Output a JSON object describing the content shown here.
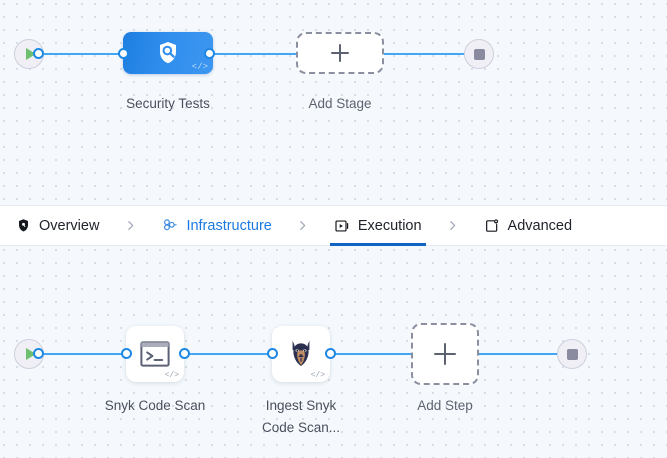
{
  "colors": {
    "wire": "#42a5f5",
    "port_stroke": "#1e88e5",
    "stage_node_blue": "#2f8ded",
    "tab_active_blue": "#1b7ae0",
    "tab_underline": "#1064c4",
    "play_green": "#6ec06e",
    "stop_gray": "#8a8aa0",
    "canvas_bg": "#f5f9fd",
    "dot_grid": "#d6dde6"
  },
  "stage_canvas": {
    "name": "pipeline-stages-canvas",
    "start_node": {
      "icon": "play-icon",
      "label": ""
    },
    "nodes": [
      {
        "id": "security-tests",
        "label": "Security Tests",
        "icon": "shield-search-icon",
        "badge": "</>",
        "type": "stage"
      },
      {
        "id": "add-stage",
        "label": "Add Stage",
        "icon": "plus-icon",
        "type": "add"
      }
    ],
    "end_node": {
      "icon": "stop-icon",
      "label": ""
    }
  },
  "tabbar": {
    "name": "pipeline-tabbar",
    "separator": "›",
    "tabs": [
      {
        "id": "overview",
        "label": "Overview",
        "icon": "shield-icon",
        "state": "default"
      },
      {
        "id": "infrastructure",
        "label": "Infrastructure",
        "icon": "infrastructure-nodes-icon",
        "state": "highlighted"
      },
      {
        "id": "execution",
        "label": "Execution",
        "icon": "execution-play-box-icon",
        "state": "active"
      },
      {
        "id": "advanced",
        "label": "Advanced",
        "icon": "advanced-gear-card-icon",
        "state": "default"
      }
    ]
  },
  "step_canvas": {
    "name": "pipeline-steps-canvas",
    "start_node": {
      "icon": "play-icon",
      "label": ""
    },
    "nodes": [
      {
        "id": "snyk-code-scan",
        "label": "Snyk Code Scan",
        "icon": "terminal-icon",
        "badge": "</>",
        "type": "step"
      },
      {
        "id": "ingest-snyk-code-scan",
        "label_line1": "Ingest Snyk",
        "label_line2": "Code Scan...",
        "icon": "snyk-doberman-icon",
        "badge": "</>",
        "type": "step"
      },
      {
        "id": "add-step",
        "label": "Add Step",
        "icon": "plus-icon",
        "type": "add"
      }
    ],
    "end_node": {
      "icon": "stop-icon",
      "label": ""
    }
  }
}
